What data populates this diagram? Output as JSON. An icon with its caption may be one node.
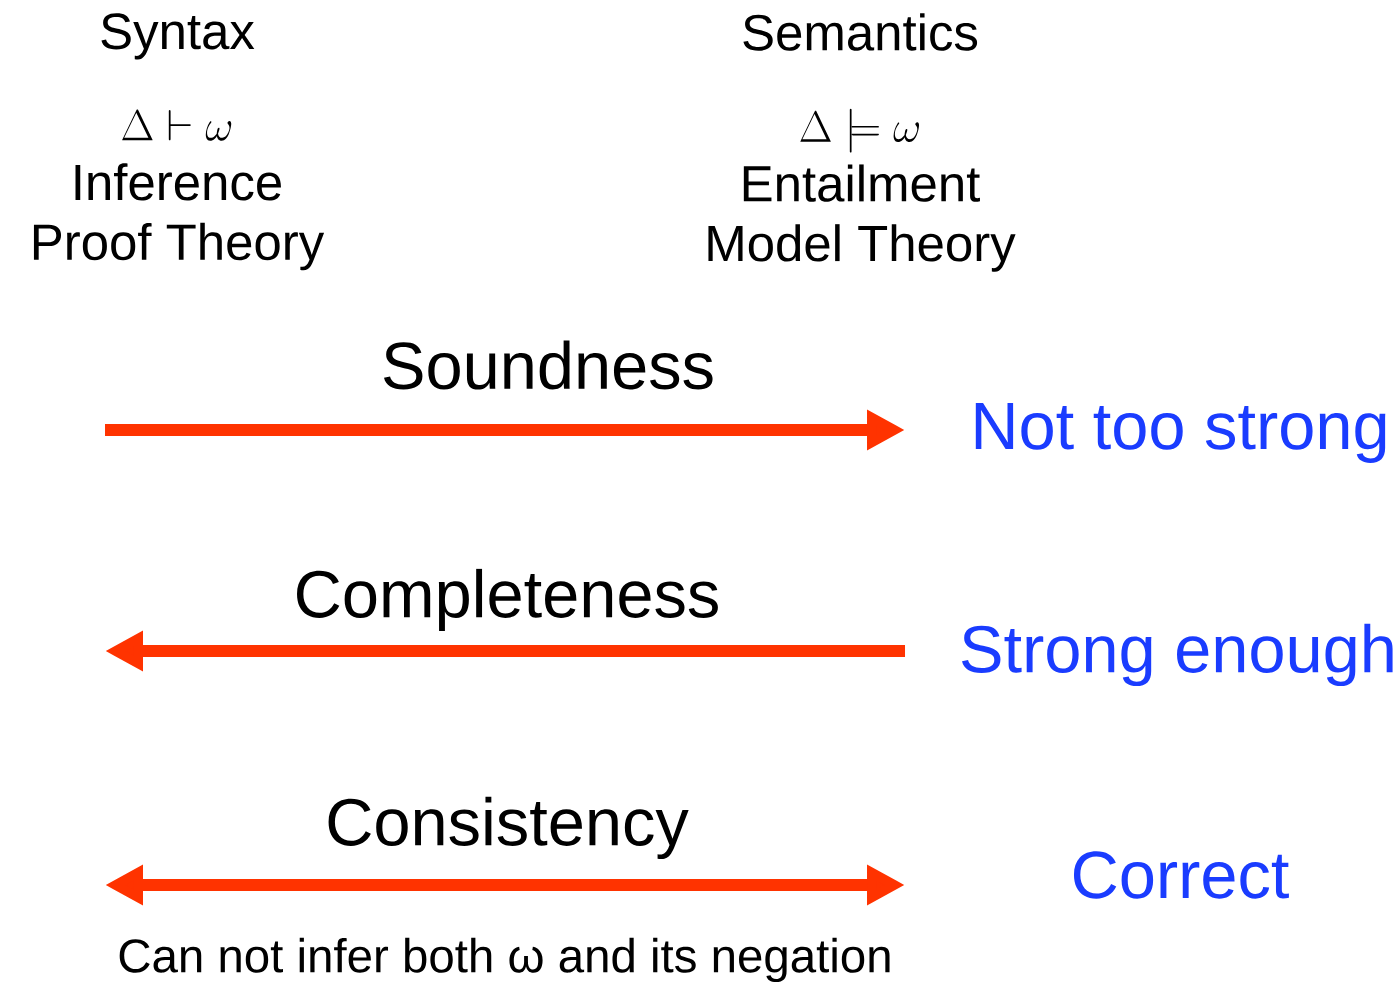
{
  "diagram": {
    "nodes": [
      {
        "text": [
          "Syntax",
          "\\Delta \\vdash \\omega",
          "Inference",
          "Proof Theory"
        ]
      },
      {
        "text": [
          "Semantics",
          "\\Delta \\models \\omega",
          "Entailment",
          "Model Theory"
        ]
      }
    ],
    "labels": [
      "Soundness",
      "Not too strong",
      "Completeness",
      "Strong enough",
      "Consistency",
      "Correct",
      "Can not infer both ω and its negation"
    ]
  }
}
